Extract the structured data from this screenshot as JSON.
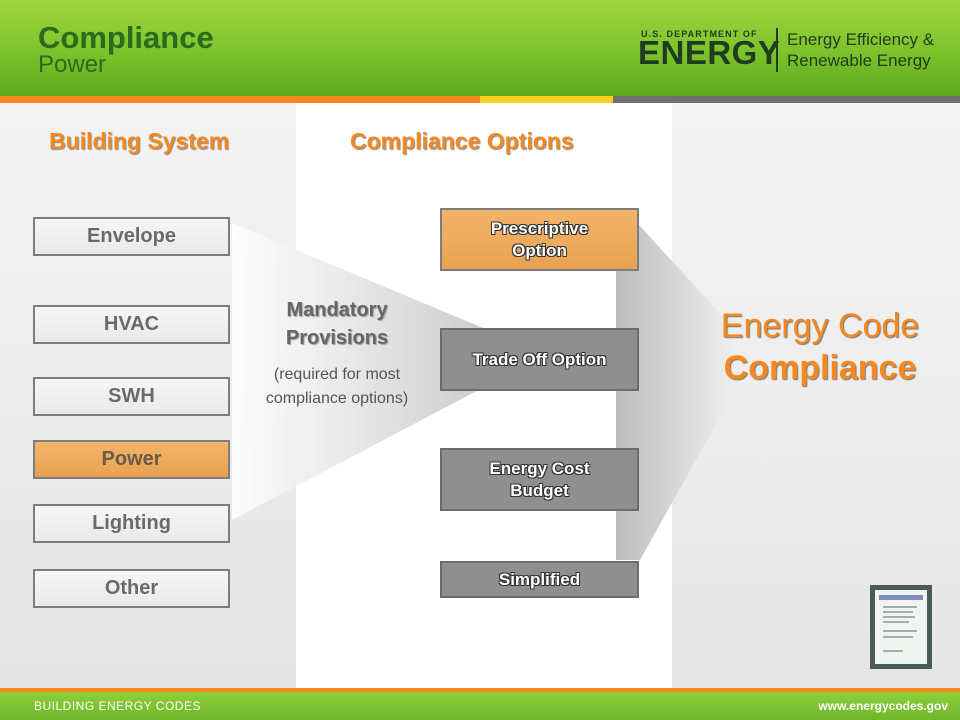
{
  "header": {
    "title": "Compliance",
    "subtitle": "Power",
    "agency_dept": "U.S. DEPARTMENT OF",
    "agency_name": "ENERGY",
    "agency_office": "Energy Efficiency & Renewable Energy"
  },
  "columns": {
    "left_heading": "Building System",
    "middle_heading": "Compliance Options"
  },
  "systems": [
    {
      "label": "Envelope",
      "highlighted": false
    },
    {
      "label": "HVAC",
      "highlighted": false
    },
    {
      "label": "SWH",
      "highlighted": false
    },
    {
      "label": "Power",
      "highlighted": true
    },
    {
      "label": "Lighting",
      "highlighted": false
    },
    {
      "label": "Other",
      "highlighted": false
    }
  ],
  "mandatory": {
    "title": "Mandatory Provisions",
    "note": "(required for most compliance options)"
  },
  "options": [
    {
      "label": "Prescriptive Option",
      "highlighted": true
    },
    {
      "label": "Trade Off Option",
      "highlighted": false
    },
    {
      "label": "Energy Cost Budget",
      "highlighted": false
    },
    {
      "label": "Simplified",
      "highlighted": false
    }
  ],
  "result": {
    "line1": "Energy Code",
    "line2": "Compliance"
  },
  "footer": {
    "left": "BUILDING ENERGY CODES",
    "right": "www.energycodes.gov"
  },
  "colors": {
    "accent_orange": "#f5881f",
    "header_green": "#7cc22a",
    "option_gray": "#8f8f8f"
  }
}
